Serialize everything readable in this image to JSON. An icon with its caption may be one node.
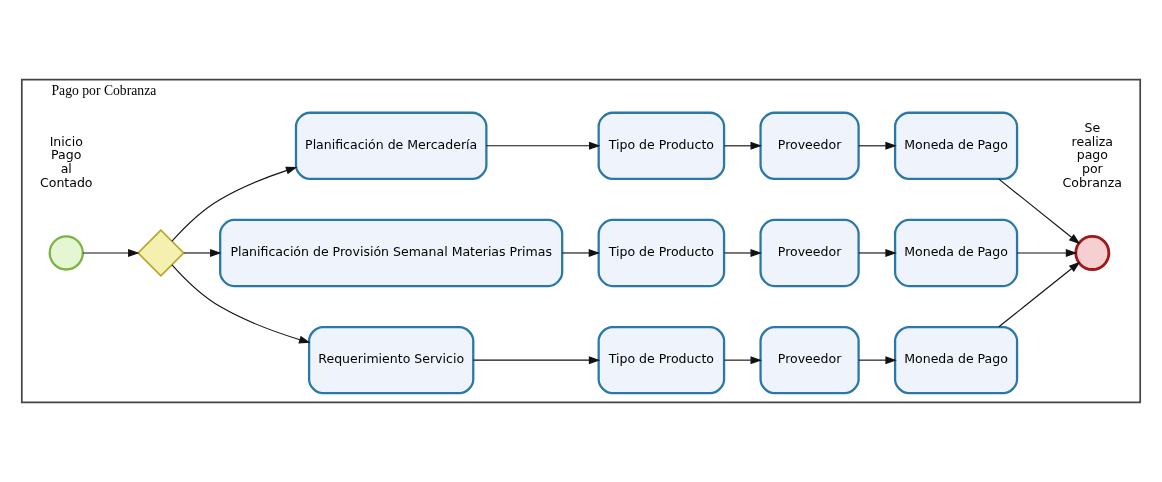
{
  "diagram": {
    "nodes": [
      {
        "text": [
          "Pago por Cobranza"
        ]
      },
      {
        "text": [],
        "shape": "circle",
        "beside": [
          "Inicio Pago al Contado"
        ],
        "in": 0
      },
      {
        "text": [],
        "shape": "diamond",
        "in": 0
      },
      {
        "text": [
          "Requerimiento Servicio"
        ],
        "in": 0
      },
      {
        "text": [
          "Tipo de Producto"
        ],
        "in": 0
      },
      {
        "text": [
          "Proveedor"
        ],
        "in": 0
      },
      {
        "text": [
          "Moneda de Pago"
        ],
        "in": 0
      },
      {
        "text": [
          "Planificación de Provisión Semanal Materias Primas"
        ],
        "in": 0
      },
      {
        "text": [
          "Tipo de Producto"
        ],
        "in": 0
      },
      {
        "text": [
          "Proveedor"
        ],
        "in": 0
      },
      {
        "text": [
          "Moneda de Pago"
        ],
        "in": 0
      },
      {
        "text": [
          "Planificación de Mercadería"
        ],
        "in": 0
      },
      {
        "text": [
          "Tipo de Producto"
        ],
        "in": 0
      },
      {
        "text": [
          "Proveedor"
        ],
        "in": 0
      },
      {
        "text": [
          "Moneda de Pago"
        ],
        "in": 0
      },
      {
        "text": [],
        "shape": "circle",
        "beside": [
          "Se realiza pago por Cobranza"
        ],
        "in": 0
      }
    ],
    "edges": [
      {
        "from": 1,
        "to": 2,
        "arrow": "to"
      },
      {
        "from": 2,
        "to": 3,
        "arrow": "to"
      },
      {
        "from": 2,
        "to": 7,
        "arrow": "to"
      },
      {
        "from": 2,
        "to": 11,
        "arrow": "to"
      },
      {
        "from": 3,
        "to": 4,
        "arrow": "to"
      },
      {
        "from": 4,
        "to": 5,
        "arrow": "to"
      },
      {
        "from": 5,
        "to": 6,
        "arrow": "to"
      },
      {
        "from": 6,
        "to": 15,
        "arrow": "to"
      },
      {
        "from": 7,
        "to": 8,
        "arrow": "to"
      },
      {
        "from": 8,
        "to": 9,
        "arrow": "to"
      },
      {
        "from": 9,
        "to": 10,
        "arrow": "to"
      },
      {
        "from": 10,
        "to": 15,
        "arrow": "to"
      },
      {
        "from": 11,
        "to": 12,
        "arrow": "to"
      },
      {
        "from": 12,
        "to": 13,
        "arrow": "to"
      },
      {
        "from": 13,
        "to": 14,
        "arrow": "to"
      },
      {
        "from": 14,
        "to": 15,
        "arrow": "to"
      }
    ]
  }
}
